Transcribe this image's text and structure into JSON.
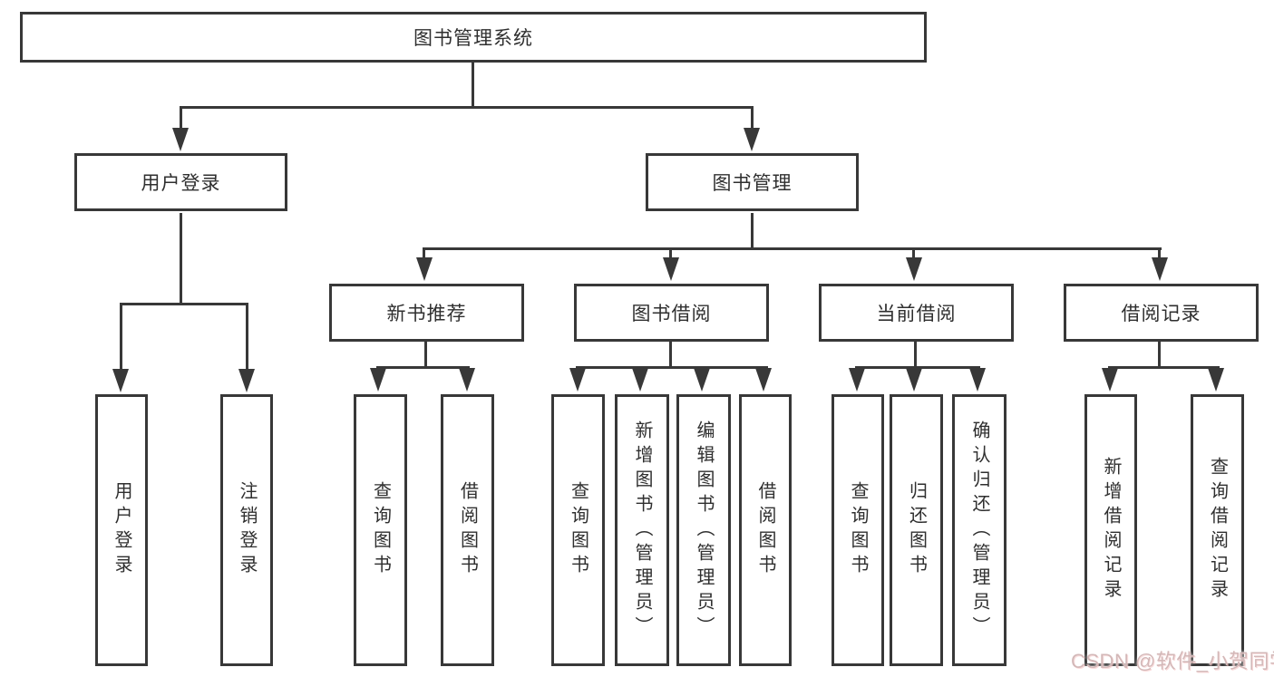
{
  "colors": {
    "background": "#ffffff",
    "line": "#383838",
    "box_border": "#383838",
    "text": "#2f2f2f",
    "watermark": "#d3b8b8"
  },
  "diagram": {
    "root": {
      "label": "图书管理系统"
    },
    "branches": [
      {
        "label": "用户登录",
        "children": [
          {
            "label": "用户登录"
          },
          {
            "label": "注销登录"
          }
        ]
      },
      {
        "label": "图书管理",
        "sections": [
          {
            "label": "新书推荐",
            "children": [
              {
                "label": "查询图书"
              },
              {
                "label": "借阅图书"
              }
            ]
          },
          {
            "label": "图书借阅",
            "children": [
              {
                "label": "查询图书"
              },
              {
                "label": "新增图书（管理员）"
              },
              {
                "label": "编辑图书（管理员）"
              },
              {
                "label": "借阅图书"
              }
            ]
          },
          {
            "label": "当前借阅",
            "children": [
              {
                "label": "查询图书"
              },
              {
                "label": "归还图书"
              },
              {
                "label": "确认归还（管理员）"
              }
            ]
          },
          {
            "label": "借阅记录",
            "children": [
              {
                "label": "新增借阅记录"
              },
              {
                "label": "查询借阅记录"
              }
            ]
          }
        ]
      }
    ]
  },
  "watermark": {
    "text": "CSDN @软件_小贺同学"
  }
}
